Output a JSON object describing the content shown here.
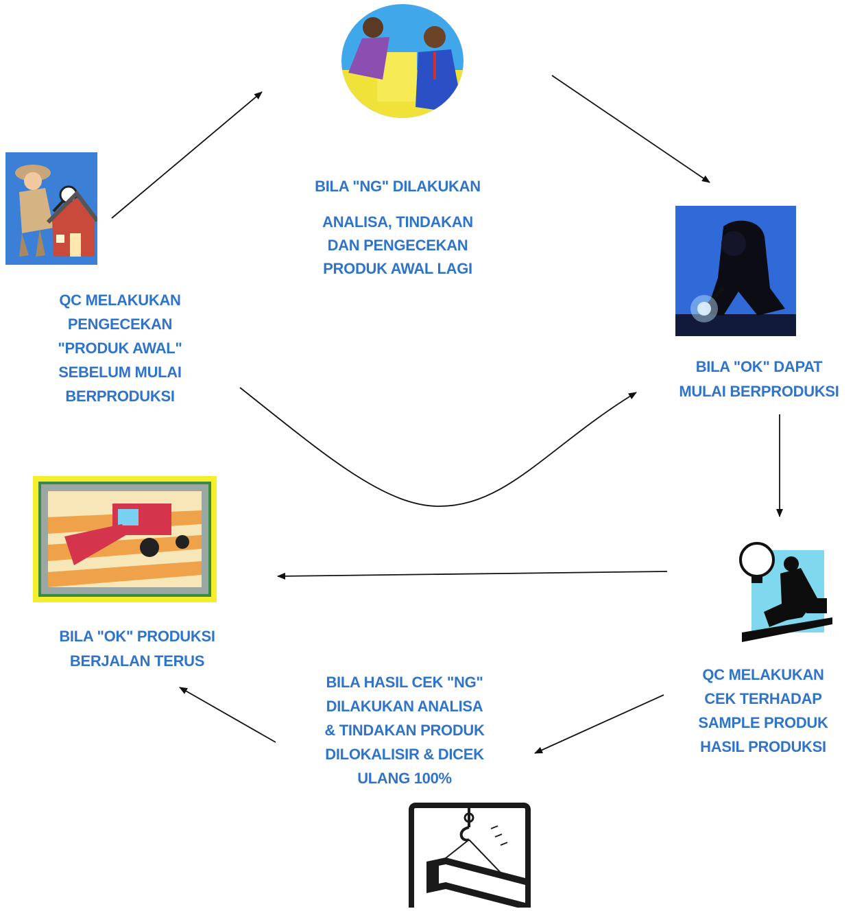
{
  "diagram": {
    "step_inspection": {
      "icon": "detective-inspecting-house-icon",
      "lines": [
        "QC MELAKUKAN",
        "PENGECEKAN",
        "\"PRODUK AWAL\"",
        "SEBELUM MULAI",
        "BERPRODUKSI"
      ]
    },
    "step_ng_first": {
      "icon": "two-people-puzzle-icon",
      "lines": [
        "BILA \"NG\" DILAKUKAN",
        "ANALISA, TINDAKAN",
        "DAN PENGECEKAN",
        "PRODUK AWAL LAGI"
      ]
    },
    "step_ok_start": {
      "icon": "welder-icon",
      "lines": [
        "BILA \"OK\" DAPAT",
        "MULAI BERPRODUKSI"
      ]
    },
    "step_sample_check": {
      "icon": "lightbulb-man-icon",
      "lines": [
        "QC MELAKUKAN",
        "CEK TERHADAP",
        "SAMPLE PRODUK",
        "HASIL PRODUKSI"
      ]
    },
    "step_ng_sample": {
      "icon": "crane-hook-beam-icon",
      "lines": [
        "BILA HASIL CEK \"NG\"",
        "DILAKUKAN ANALISA",
        "& TINDAKAN PRODUK",
        "DILOKALISIR & DICEK",
        "ULANG 100%"
      ]
    },
    "step_ok_continue": {
      "icon": "combine-harvester-icon",
      "lines": [
        "BILA \"OK\" PRODUKSI",
        "BERJALAN TERUS"
      ]
    }
  }
}
